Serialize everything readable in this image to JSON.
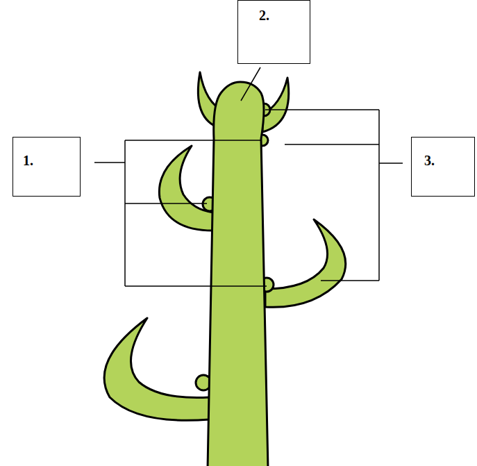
{
  "diagram": {
    "nodes": [
      {
        "text": [
          "2."
        ]
      },
      {
        "text": [
          "1."
        ]
      },
      {
        "text": [
          "3."
        ]
      }
    ]
  }
}
